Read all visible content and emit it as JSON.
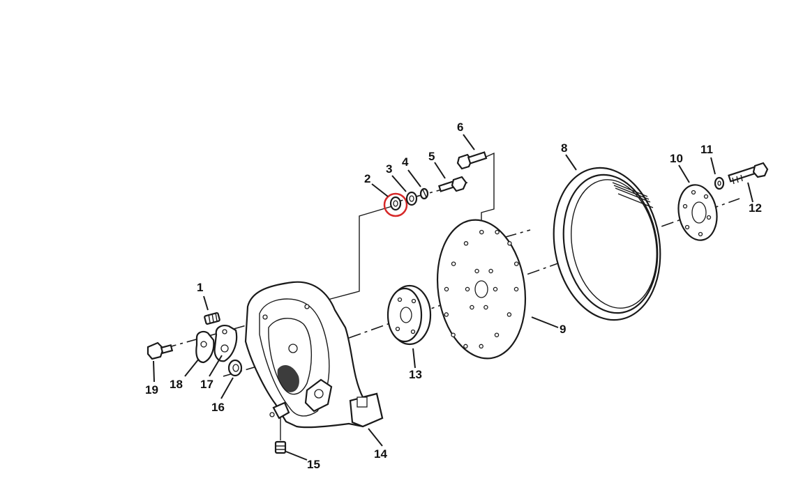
{
  "callouts": [
    {
      "id": "1",
      "label": "1"
    },
    {
      "id": "2",
      "label": "2"
    },
    {
      "id": "3",
      "label": "3"
    },
    {
      "id": "4",
      "label": "4"
    },
    {
      "id": "5",
      "label": "5"
    },
    {
      "id": "6",
      "label": "6"
    },
    {
      "id": "8",
      "label": "8"
    },
    {
      "id": "9",
      "label": "9"
    },
    {
      "id": "10",
      "label": "10"
    },
    {
      "id": "11",
      "label": "11"
    },
    {
      "id": "12",
      "label": "12"
    },
    {
      "id": "13",
      "label": "13"
    },
    {
      "id": "14",
      "label": "14"
    },
    {
      "id": "15",
      "label": "15"
    },
    {
      "id": "16",
      "label": "16"
    },
    {
      "id": "17",
      "label": "17"
    },
    {
      "id": "18",
      "label": "18"
    },
    {
      "id": "19",
      "label": "19"
    }
  ],
  "highlight": {
    "part": "2",
    "color": "#d62828"
  },
  "colors": {
    "ink": "#1a1a1a",
    "background": "#ffffff"
  }
}
